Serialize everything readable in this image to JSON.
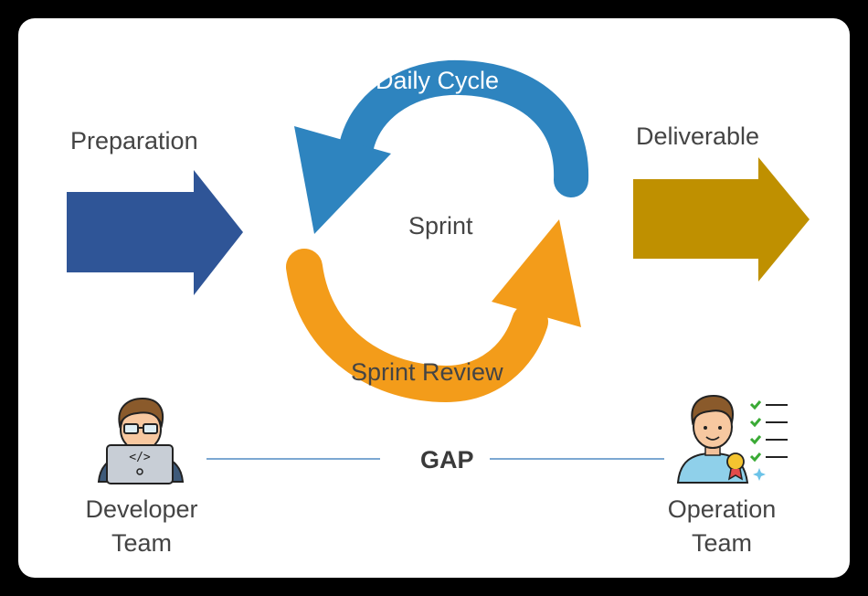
{
  "labels": {
    "preparation": "Preparation",
    "deliverable": "Deliverable",
    "daily_cycle": "Daily Cycle",
    "sprint": "Sprint",
    "sprint_review": "Sprint Review",
    "gap": "GAP",
    "developer_line1": "Developer",
    "developer_line2": "Team",
    "operation_line1": "Operation",
    "operation_line2": "Team"
  },
  "icons": {
    "developer": "developer-with-laptop-icon",
    "operation": "operator-with-checklist-icon"
  },
  "colors": {
    "background": "#000000",
    "card": "#ffffff",
    "preparation_arrow": "#2f5597",
    "deliverable_arrow": "#bf9000",
    "daily_cycle_arrow": "#2e84bf",
    "sprint_review_arrow": "#f39c1a",
    "gap_line": "#2e75b6",
    "text": "#444444"
  }
}
